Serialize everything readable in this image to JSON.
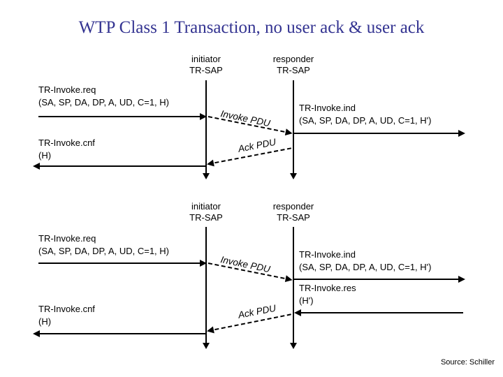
{
  "title": "WTP Class 1 Transaction, no user ack & user ack",
  "source_credit": "Source: Schiller",
  "colors": {
    "background": "#ffffff",
    "title": "#333391",
    "diagram": "#000000"
  },
  "diagram1": {
    "initiator": {
      "role": "initiator",
      "sap": "TR-SAP"
    },
    "responder": {
      "role": "responder",
      "sap": "TR-SAP"
    },
    "invoke_req": {
      "name": "TR-Invoke.req",
      "params": "(SA, SP, DA, DP, A, UD, C=1, H)"
    },
    "invoke_pdu_label": "Invoke PDU",
    "invoke_ind": {
      "name": "TR-Invoke.ind",
      "params": "(SA, SP, DA, DP, A, UD, C=1, H')"
    },
    "ack_pdu_label": "Ack PDU",
    "invoke_cnf": {
      "name": "TR-Invoke.cnf",
      "params": "(H)"
    }
  },
  "diagram2": {
    "initiator": {
      "role": "initiator",
      "sap": "TR-SAP"
    },
    "responder": {
      "role": "responder",
      "sap": "TR-SAP"
    },
    "invoke_req": {
      "name": "TR-Invoke.req",
      "params": "(SA, SP, DA, DP, A, UD, C=1, H)"
    },
    "invoke_pdu_label": "Invoke PDU",
    "invoke_ind": {
      "name": "TR-Invoke.ind",
      "params": "(SA, SP, DA, DP, A, UD, C=1, H')"
    },
    "invoke_res": {
      "name": "TR-Invoke.res",
      "params": "(H')"
    },
    "ack_pdu_label": "Ack PDU",
    "invoke_cnf": {
      "name": "TR-Invoke.cnf",
      "params": "(H)"
    }
  }
}
